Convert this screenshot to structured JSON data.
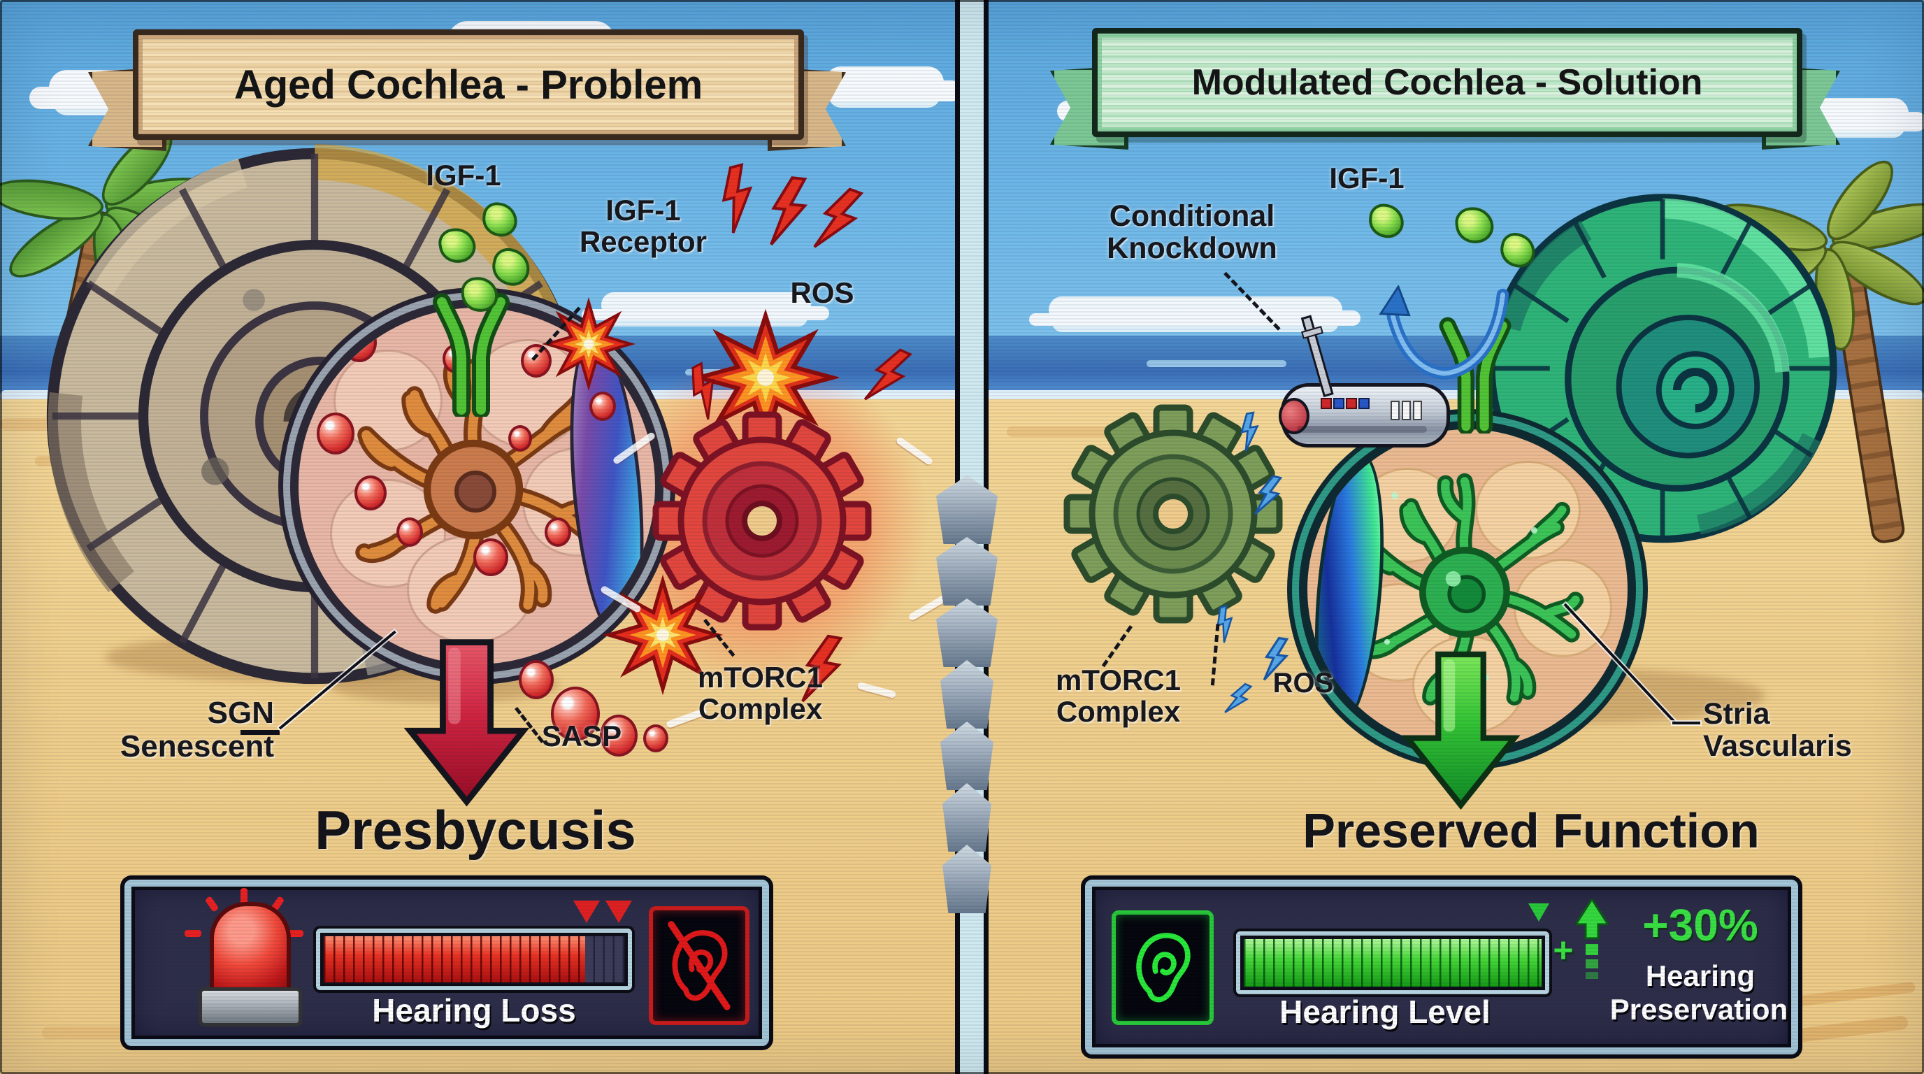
{
  "colors": {
    "sky": "#79bfe8",
    "ocean": "#3f7ec4",
    "sand": "#f2d492",
    "problem_red": "#d81c30",
    "solution_green": "#2ec848",
    "panel_navy": "#2d2d48",
    "panel_frame": "#a4c6d6",
    "banner_tan": "#f2d8a8",
    "banner_green": "#c2ecc8"
  },
  "left": {
    "banner": "Aged Cochlea - Problem",
    "igf1": "IGF-1",
    "receptor_l1": "IGF-1",
    "receptor_l2": "Receptor",
    "ros": "ROS",
    "mtorc1_l1": "mTORC1",
    "mtorc1_l2": "Complex",
    "sgn_l1": "SGN",
    "sgn_l2": "Senescent",
    "sasp": "SASP",
    "outcome": "Presbycusis",
    "meter_label": "Hearing Loss",
    "meter_fill_style": "width:87%"
  },
  "right": {
    "banner": "Modulated Cochlea - Solution",
    "knockdown_l1": "Conditional",
    "knockdown_l2": "Knockdown",
    "igf1": "IGF-1",
    "mtorc1_l1": "mTORC1",
    "mtorc1_l2": "Complex",
    "ros": "ROS",
    "stria_l1": "Stria",
    "stria_l2": "Vascularis",
    "outcome": "Preserved Function",
    "meter_label": "Hearing Level",
    "meter_fill_style": "width:100%",
    "plus": "+",
    "boost_value": "+30%",
    "boost_l1": "Hearing",
    "boost_l2": "Preservation"
  }
}
